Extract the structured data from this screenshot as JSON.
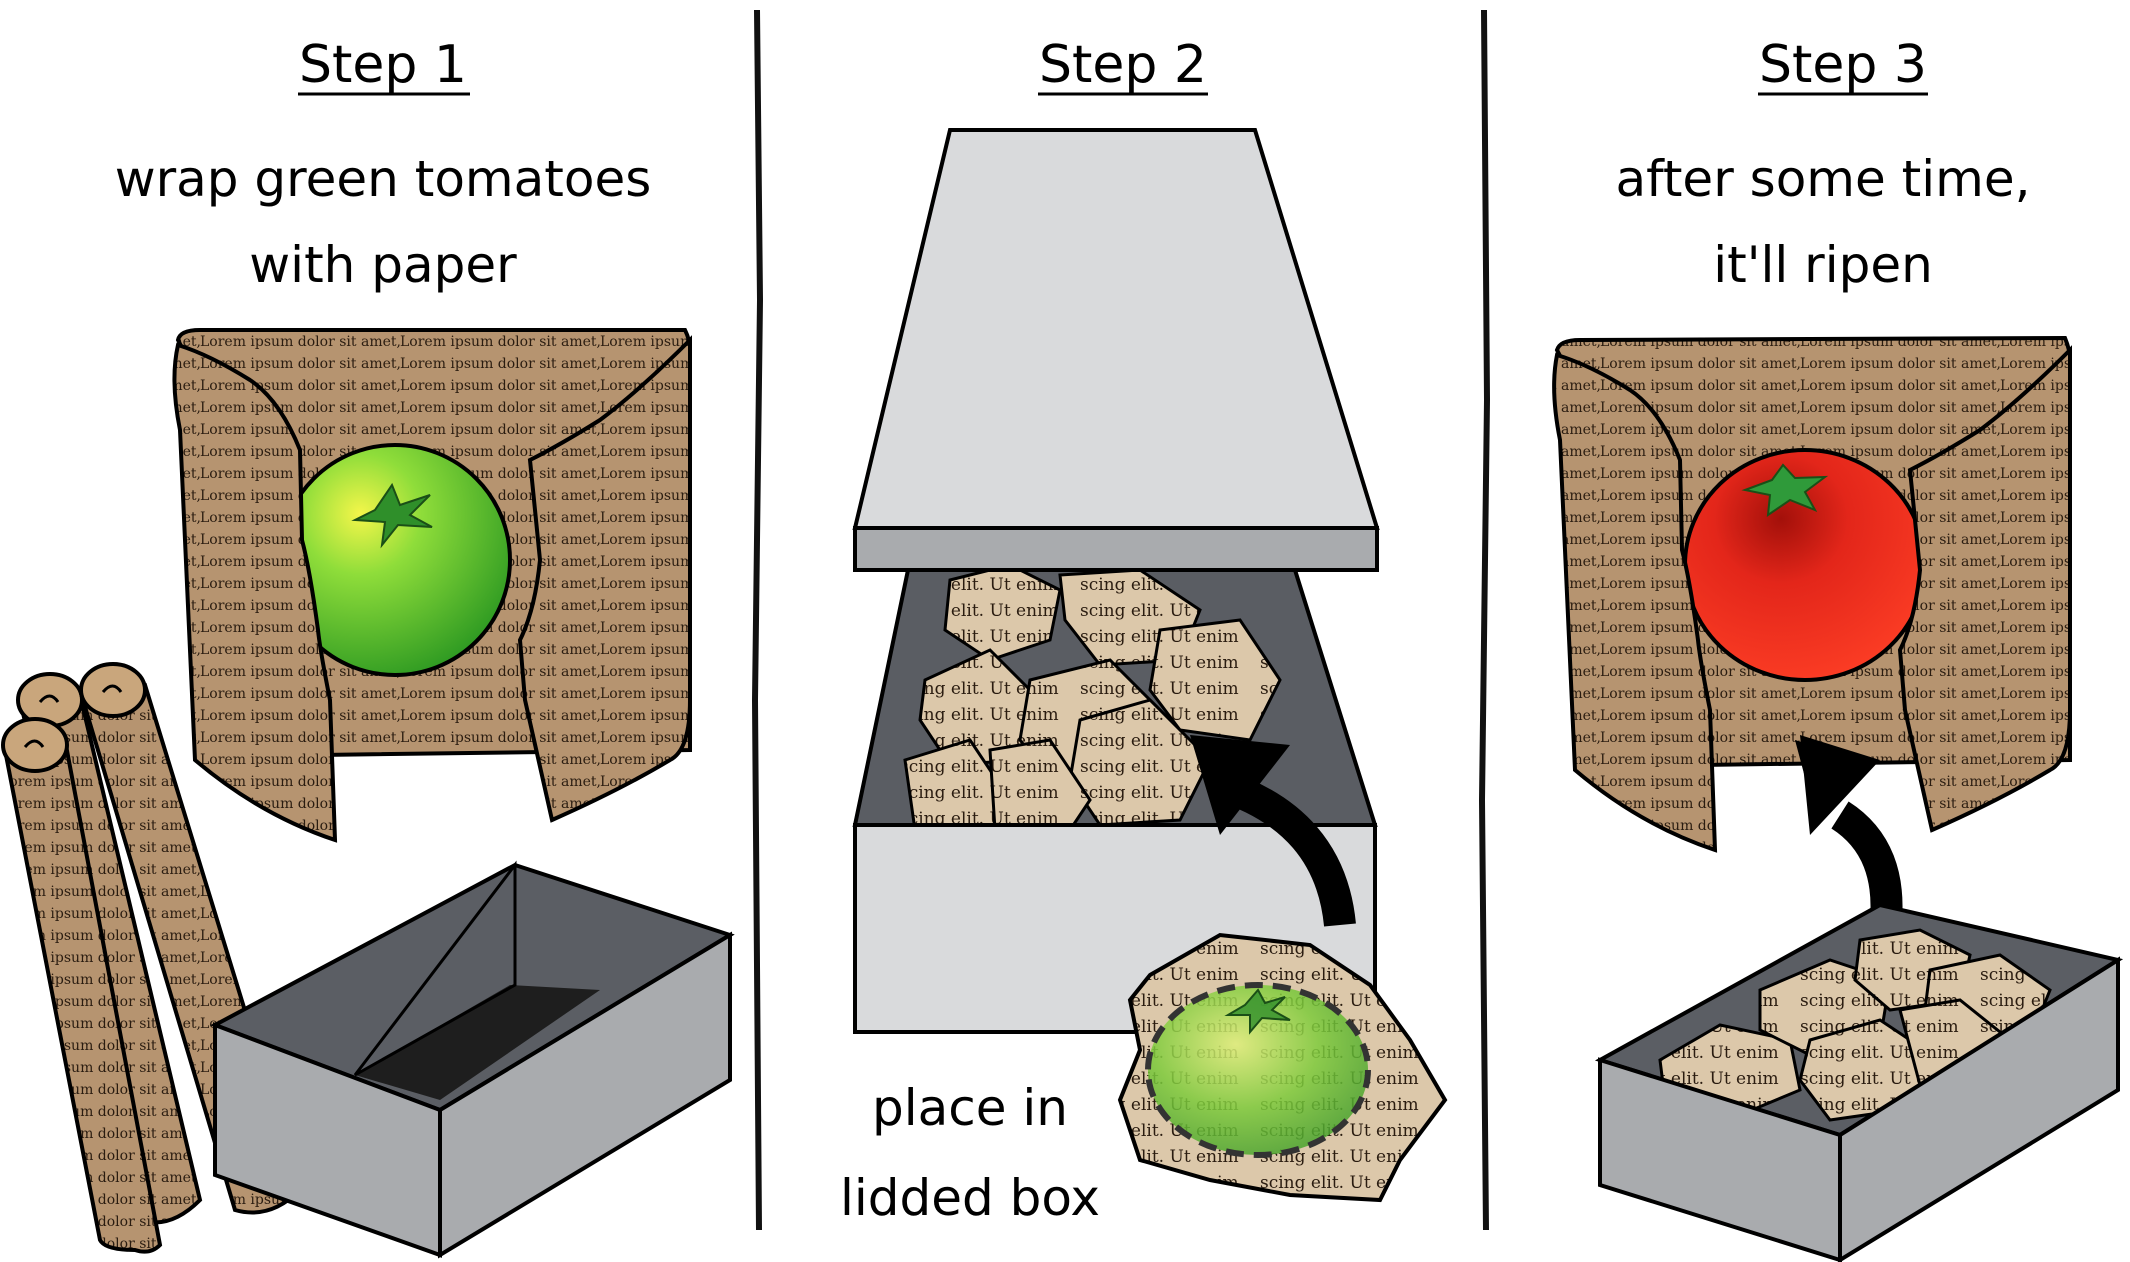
{
  "steps": [
    {
      "title": "Step 1",
      "caption_lines": [
        "wrap green tomatoes",
        "with paper"
      ]
    },
    {
      "title": "Step 2",
      "caption_lines": [
        "place in",
        "lidded box"
      ]
    },
    {
      "title": "Step 3",
      "caption_lines": [
        "after some time,",
        "it'll ripen"
      ]
    }
  ],
  "paper_texts": [
    "Lorem ipsum dolor sit amet, consectetur adipiscing elit, sed do eiusmod tempor incididunt ut labore et dolore magna aliqua. Ut enim ad minim veniam, quis nostrud exercitation ullamco laboris nisi ut aliquip ex ea commodo consequat."
  ],
  "colors": {
    "paper": "#b4926c",
    "paper_light": "#d9c4a6",
    "green_tomato": "#5fc83a",
    "green_highlight": "#e6f049",
    "red_tomato": "#e8281a",
    "red_dark": "#a3100a",
    "stem": "#2f8f2a",
    "box_gray": "#a9abae",
    "box_light": "#d9dadc",
    "box_inner": "#5a5d63",
    "box_floor": "#1e1e1e",
    "arrow": "#000000",
    "divider": "#111111"
  }
}
